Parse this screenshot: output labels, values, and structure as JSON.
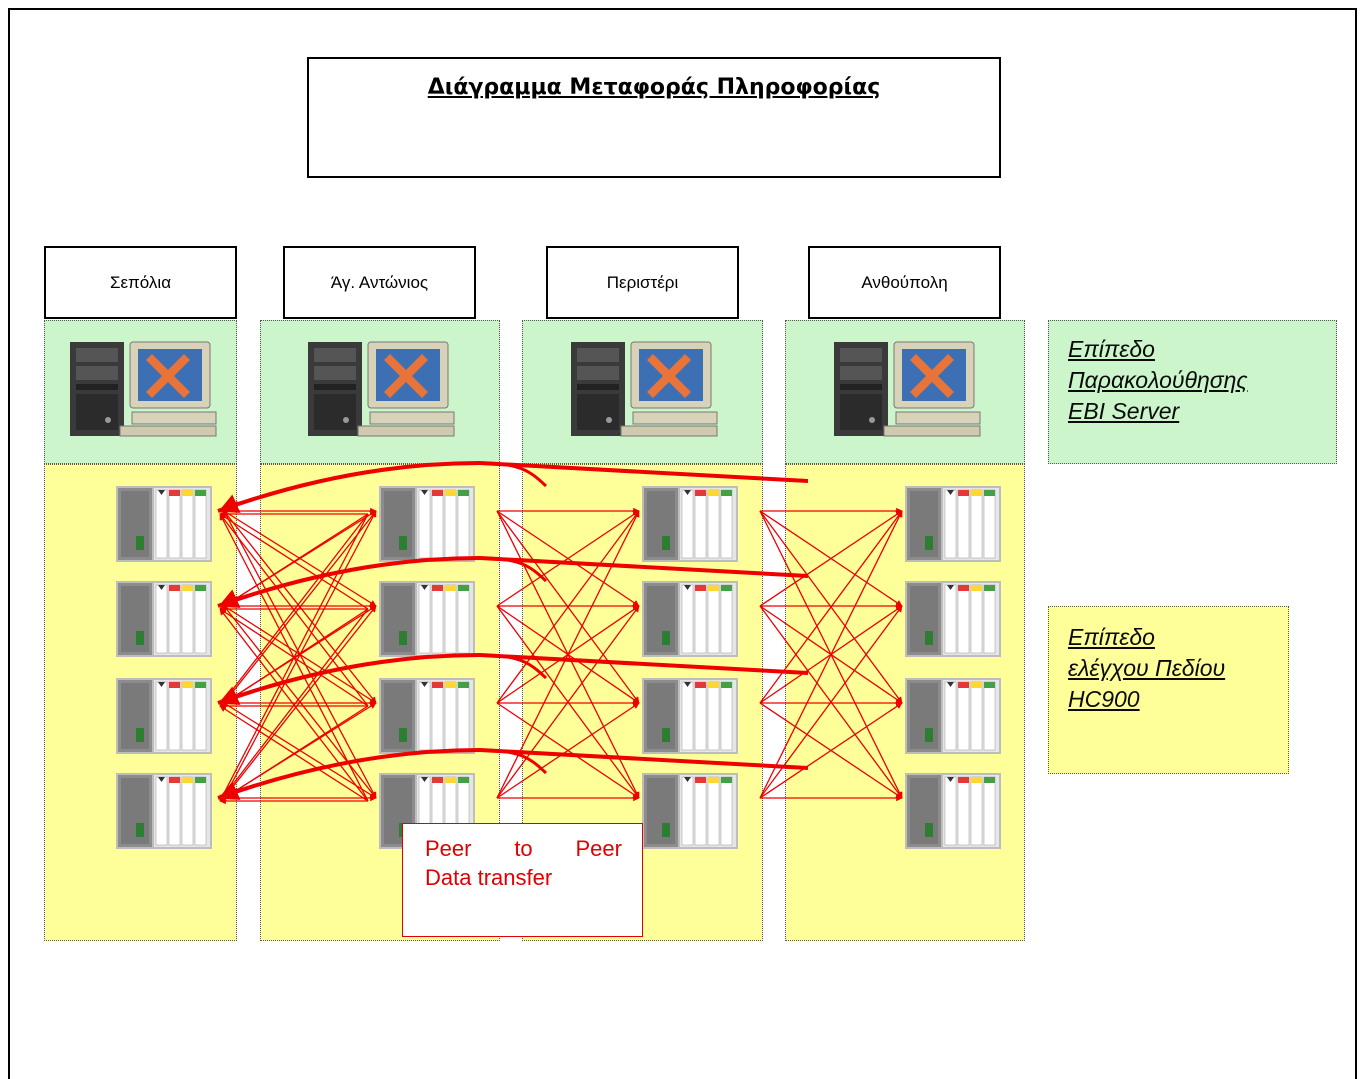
{
  "title": "Διάγραμμα Μεταφοράς Πληροφορίας",
  "sites": [
    "Σεπόλια",
    "Άγ. Αντώνιος",
    "Περιστέρι",
    "Ανθούπολη"
  ],
  "legend": {
    "monitoring": [
      "Επίπεδο",
      "Παρακολούθησης",
      "EBI Server"
    ],
    "field": [
      "Επίπεδο",
      "ελέγχου Πεδίου",
      "HC900"
    ]
  },
  "p2p": {
    "word1": "Peer",
    "word2": "to",
    "word3": "Peer",
    "line2": "Data transfer"
  },
  "colors": {
    "monitoring_zone": "#ccf5cc",
    "field_zone": "#ffff99",
    "link": "#ee0000",
    "border": "#000000"
  },
  "icons": {
    "server": "ebi-server-workstation-icon",
    "controller": "hc900-controller-rack-icon"
  },
  "controllers_per_site": 4
}
